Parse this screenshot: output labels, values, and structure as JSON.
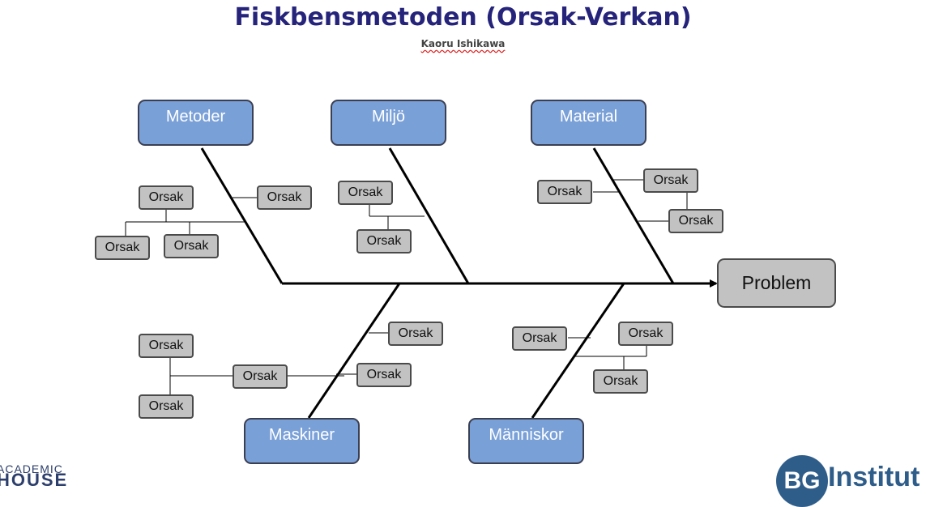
{
  "title": "Fiskbensmetoden (Orsak-Verkan)",
  "subtitle": "Kaoru Ishikawa",
  "problem": "Problem",
  "categories": {
    "metoder": "Metoder",
    "miljo": "Miljö",
    "material": "Material",
    "maskiner": "Maskiner",
    "manniskor": "Människor"
  },
  "cause_label": "Orsak",
  "logos": {
    "left_line1": "ACADEMIC",
    "left_line2": "HOUSE",
    "right_mark": "BG",
    "right_word": "Institut"
  },
  "colors": {
    "title": "#25237a",
    "category_fill": "#7aa0d8",
    "cause_fill": "#c2c2c2"
  }
}
